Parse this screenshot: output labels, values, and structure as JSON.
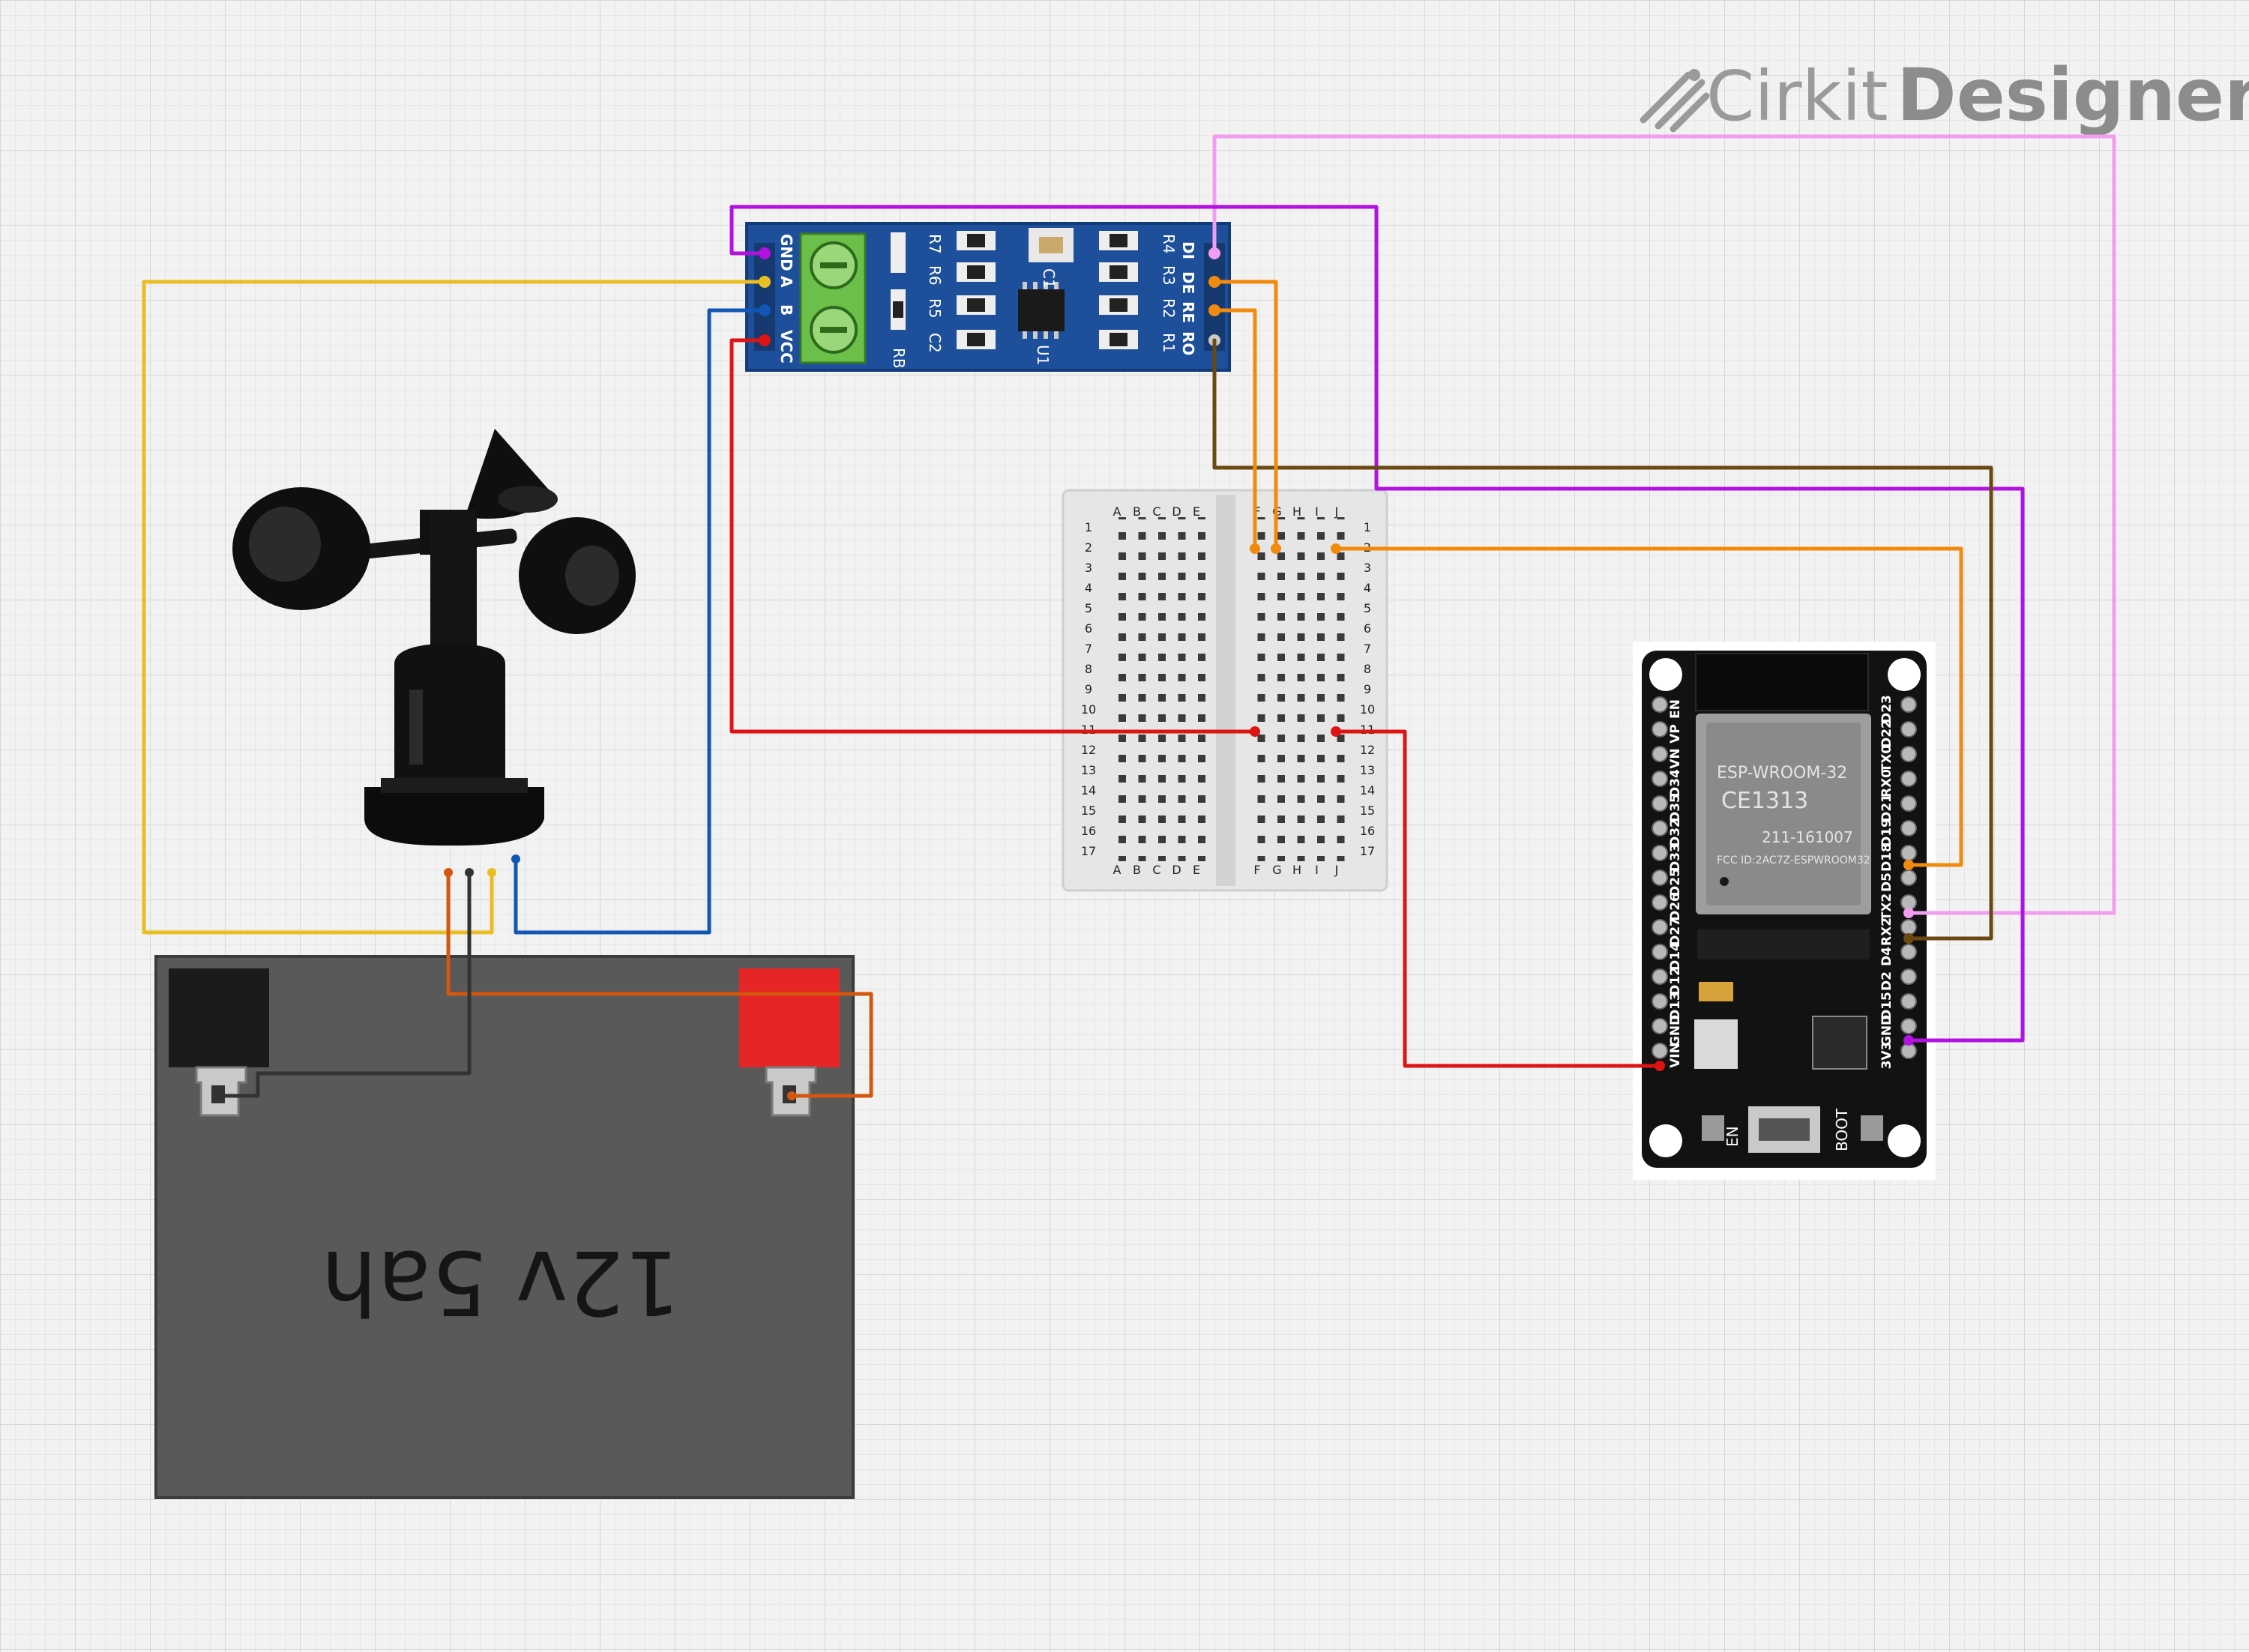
{
  "brand": {
    "name_light": "Cirkit",
    "name_bold": "Designer"
  },
  "battery": {
    "label": "12v 5ah"
  },
  "rs485": {
    "left_pins": [
      "GND",
      "A",
      "B",
      "VCC"
    ],
    "right_pins": [
      "DI",
      "DE",
      "RE",
      "RO"
    ],
    "resistors": [
      "R7",
      "R6",
      "R5",
      "C2",
      "R4",
      "R3",
      "R2",
      "R1"
    ],
    "misc": [
      "C1",
      "U1",
      "RB"
    ]
  },
  "breadboard": {
    "cols_left": [
      "A",
      "B",
      "C",
      "D",
      "E"
    ],
    "cols_right": [
      "F",
      "G",
      "H",
      "I",
      "J"
    ],
    "rows": [
      "1",
      "2",
      "3",
      "4",
      "5",
      "6",
      "7",
      "8",
      "9",
      "10",
      "11",
      "12",
      "13",
      "14",
      "15",
      "16",
      "17"
    ]
  },
  "esp32": {
    "module_label": "ESP-WROOM-32",
    "ce_mark": "CE1313",
    "cert_id": "211-161007",
    "fcc_id": "FCC ID:2AC7Z-ESPWROOM32",
    "left_pins": [
      "EN",
      "VP",
      "VN",
      "D34",
      "D35",
      "D32",
      "D33",
      "D25",
      "D26",
      "D27",
      "D14",
      "D12",
      "D13",
      "GND",
      "VIN"
    ],
    "right_pins": [
      "D23",
      "D22",
      "TX0",
      "RX0",
      "D21",
      "D19",
      "D18",
      "D5",
      "TX2",
      "RX2",
      "D4",
      "D2",
      "D15",
      "GND",
      "3V3"
    ],
    "button_en": "EN",
    "button_boot": "BOOT"
  },
  "colors": {
    "wire_purple": "#b112e0",
    "wire_pink": "#f29ef0",
    "wire_yellow": "#e8be23",
    "wire_blue": "#1257b4",
    "wire_red": "#dc1414",
    "wire_orange": "#f18a0d",
    "wire_brown": "#6b4a12",
    "wire_dark_orange": "#d4570f",
    "wire_black": "#333333",
    "battery_body": "#595959",
    "pcb_blue": "#1d4f9a"
  }
}
